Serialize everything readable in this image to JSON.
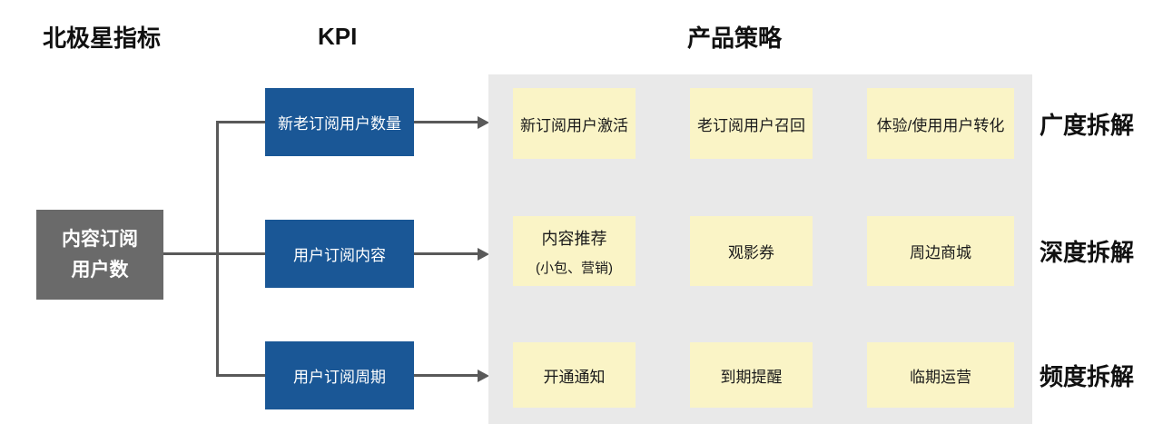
{
  "headers": {
    "north_star": "北极星指标",
    "kpi": "KPI",
    "strategy": "产品策略"
  },
  "north_star": {
    "label_line1": "内容订阅",
    "label_line2": "用户数"
  },
  "kpis": [
    {
      "label": "新老订阅用户数量"
    },
    {
      "label": "用户订阅内容"
    },
    {
      "label": "用户订阅周期"
    }
  ],
  "strategy_rows": [
    {
      "label": "广度拆解",
      "cards": [
        {
          "title": "新订阅用户激活"
        },
        {
          "title": "老订阅用户召回"
        },
        {
          "title": "体验/使用用户转化"
        }
      ]
    },
    {
      "label": "深度拆解",
      "cards": [
        {
          "title": "内容推荐",
          "subtitle": "(小包、营销)"
        },
        {
          "title": "观影券"
        },
        {
          "title": "周边商城"
        }
      ]
    },
    {
      "label": "频度拆解",
      "cards": [
        {
          "title": "开通通知"
        },
        {
          "title": "到期提醒"
        },
        {
          "title": "临期运营"
        }
      ]
    }
  ],
  "colors": {
    "kpi_blue": "#1A5796",
    "metric_gray": "#6A6A6A",
    "panel_gray": "#E9E9E9",
    "card_yellow": "#FAF4C6",
    "connector_gray": "#595959"
  }
}
